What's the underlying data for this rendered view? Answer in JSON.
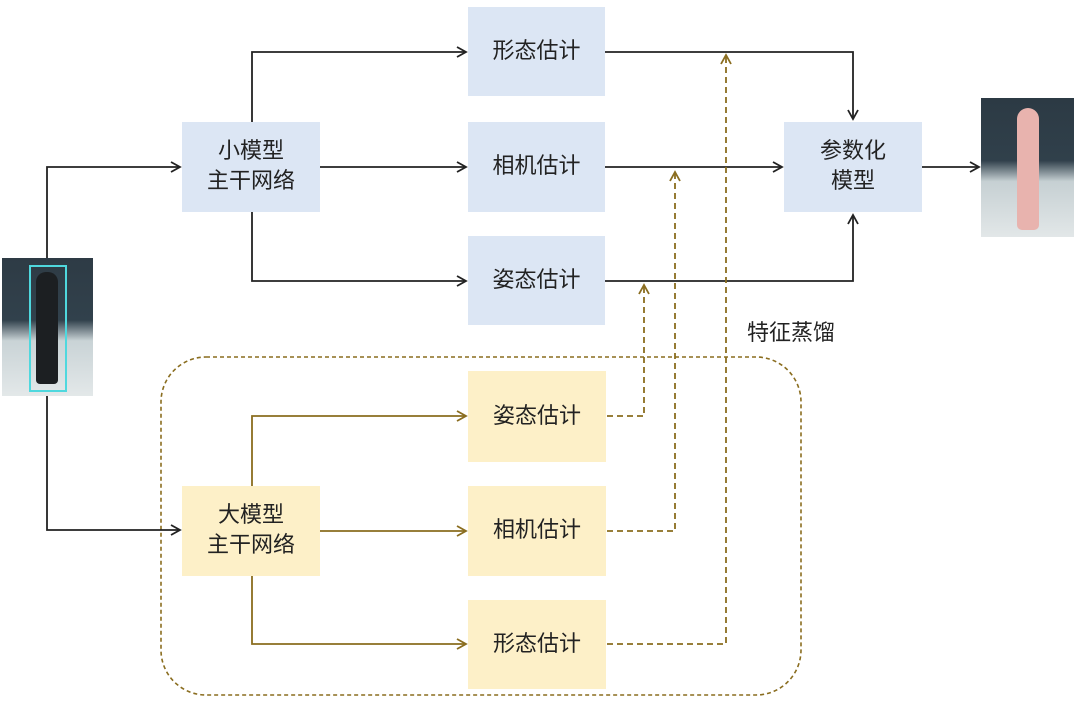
{
  "title": "Knowledge distillation framework for human mesh estimation",
  "colors": {
    "student_box": "#dce6f4",
    "teacher_box": "#fdf0c8",
    "student_arrow": "#222222",
    "teacher_arrow": "#8a6d1f",
    "outline_bbox": "#4fd8de"
  },
  "student": {
    "backbone": "小模型\n主干网络",
    "shape": "形态估计",
    "camera": "相机估计",
    "pose": "姿态估计"
  },
  "teacher": {
    "backbone": "大模型\n主干网络",
    "pose": "姿态估计",
    "camera": "相机估计",
    "shape": "形态估计"
  },
  "param_model": "参数化\n模型",
  "distill_label": "特征蒸馏",
  "images": {
    "input": "input-photo-runway-model",
    "output": "output-mesh-overlay"
  }
}
